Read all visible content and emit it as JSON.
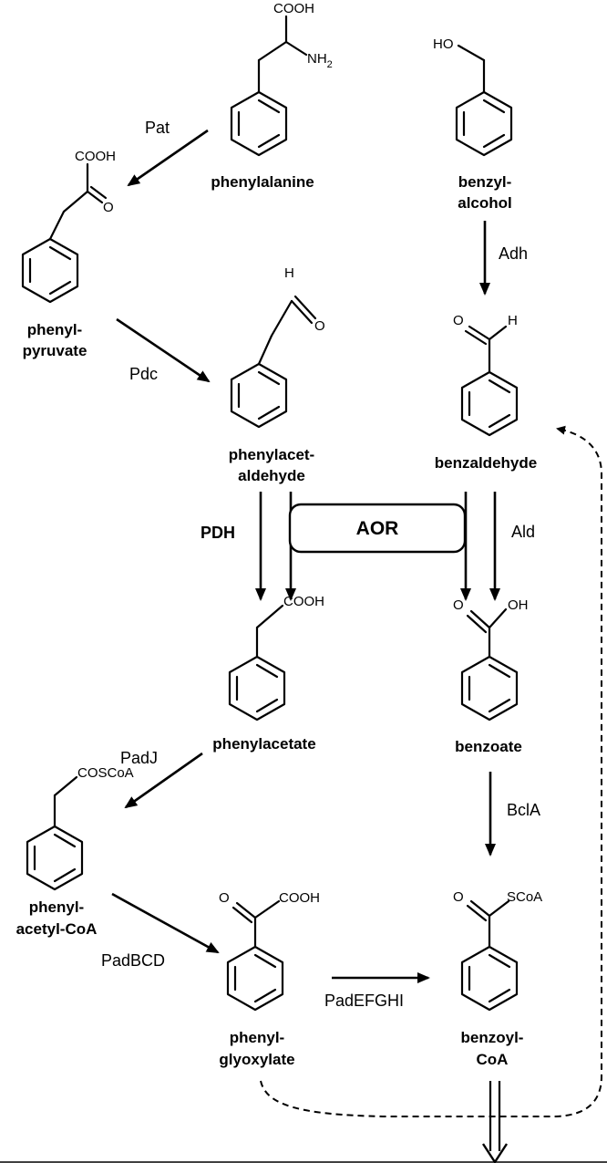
{
  "compounds": {
    "phenylalanine": {
      "name": "phenylalanine",
      "cooh": "COOH",
      "nh": "NH",
      "nh_sub": "2"
    },
    "benzyl_alcohol": {
      "name_line1": "benzyl-",
      "name_line2": "alcohol",
      "ho": "HO"
    },
    "phenylpyruvate": {
      "name_line1": "phenyl-",
      "name_line2": "pyruvate",
      "cooh": "COOH",
      "o": "O"
    },
    "phenylacetaldehyde": {
      "name_line1": "phenylacet-",
      "name_line2": "aldehyde",
      "h": "H",
      "o": "O"
    },
    "benzaldehyde": {
      "name": "benzaldehyde",
      "o": "O",
      "h": "H"
    },
    "phenylacetate": {
      "name": "phenylacetate",
      "cooh": "COOH"
    },
    "benzoate": {
      "name": "benzoate",
      "o": "O",
      "oh": "OH"
    },
    "phenylacetyl_coa": {
      "name_line1": "phenyl-",
      "name_line2": "acetyl-CoA",
      "coscoa": "COSCoA"
    },
    "phenylglyoxylate": {
      "name_line1": "phenyl-",
      "name_line2": "glyoxylate",
      "o": "O",
      "cooh": "COOH"
    },
    "benzoyl_coa": {
      "name_line1": "benzoyl-",
      "name_line2": "CoA",
      "o": "O",
      "scoa": "SCoA"
    }
  },
  "enzymes": {
    "pat": "Pat",
    "adh": "Adh",
    "pdc": "Pdc",
    "pdh": "PDH",
    "aor": "AOR",
    "ald": "Ald",
    "padj": "PadJ",
    "bcla": "BclA",
    "padbcd": "PadBCD",
    "padefghi": "PadEFGHI"
  }
}
